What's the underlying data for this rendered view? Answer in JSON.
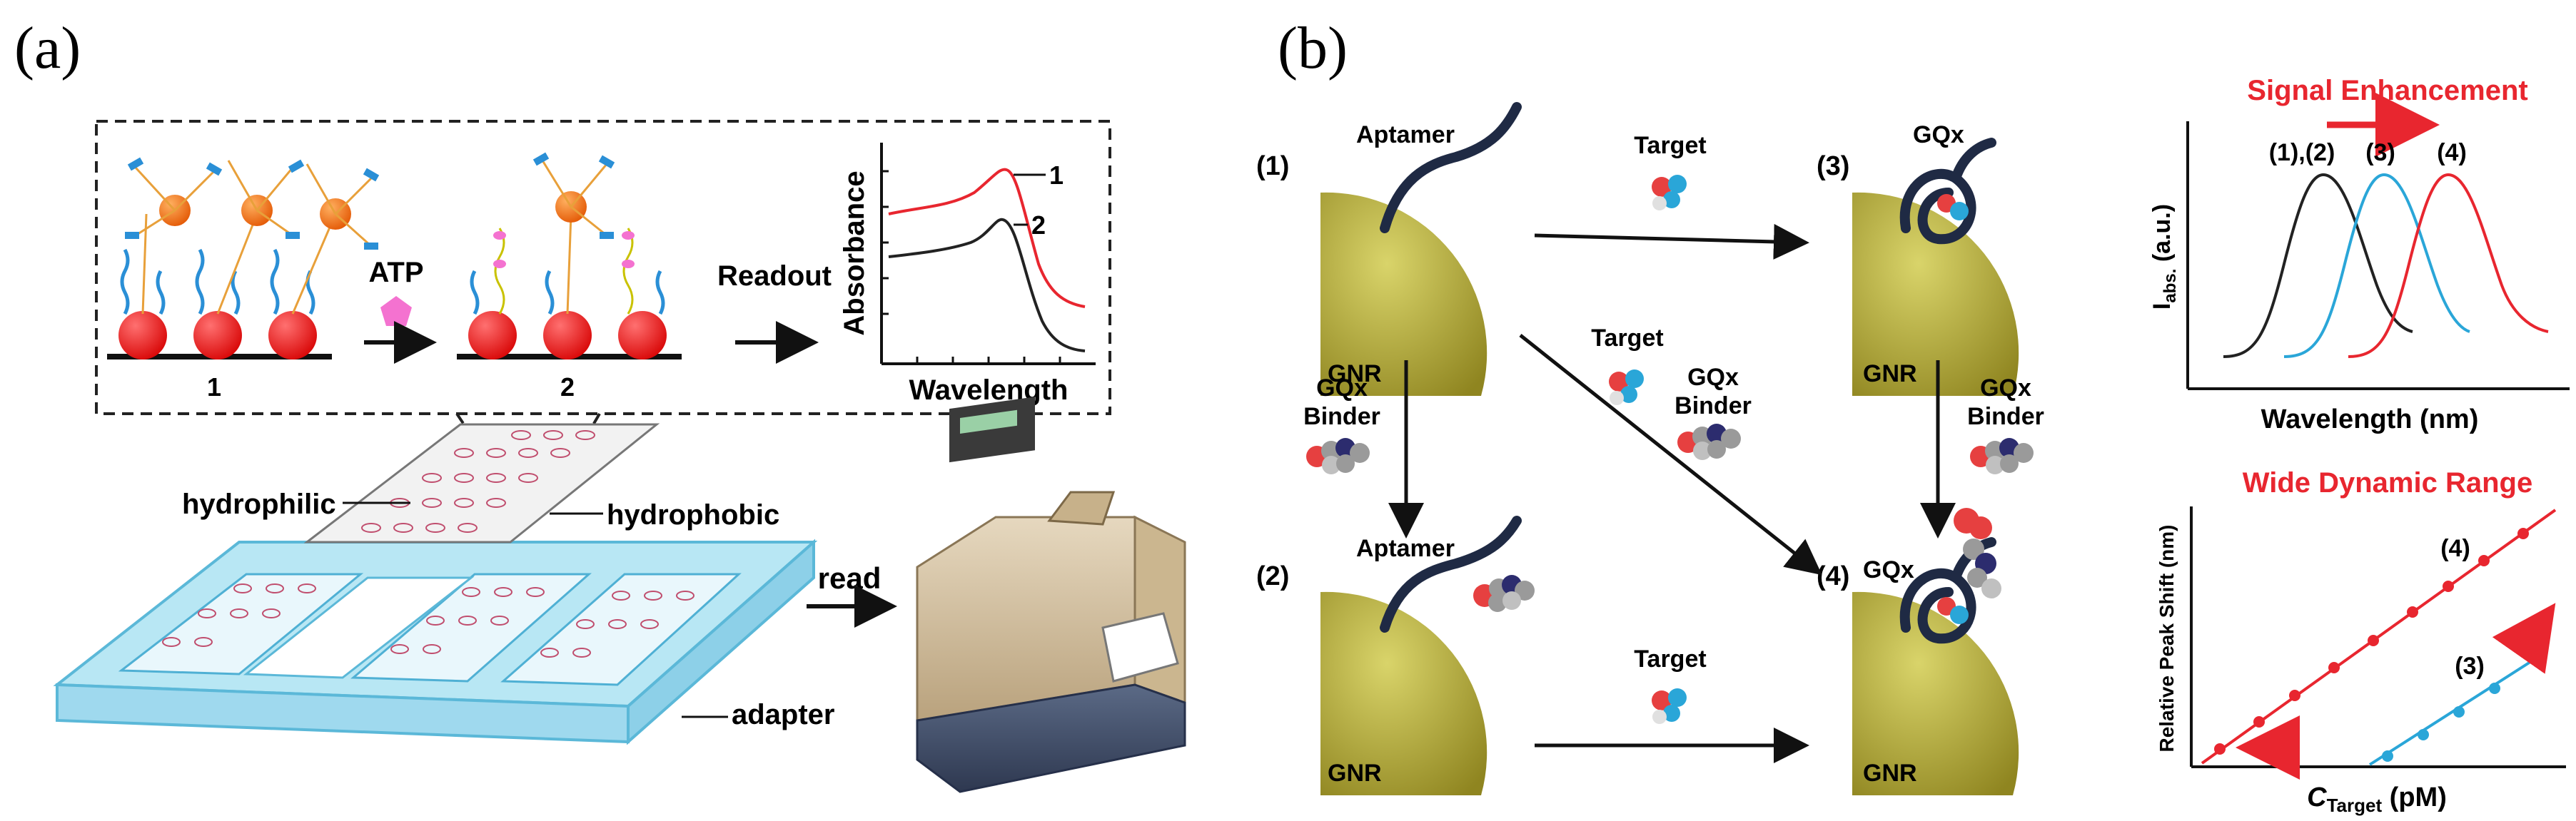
{
  "panel_a": {
    "label": "(a)",
    "atp_label": "ATP",
    "readout_label": "Readout",
    "state1_label": "1",
    "state2_label": "2",
    "spectrum": {
      "xlabel": "Wavelength",
      "ylabel": "Absorbance",
      "curve1_label": "1",
      "curve2_label": "2",
      "curve1_color": "#e8262f",
      "curve2_color": "#222222"
    },
    "hydrophilic_label": "hydrophilic",
    "hydrophobic_label": "hydrophobic",
    "read_label": "read",
    "adapter_label": "adapter"
  },
  "panel_b": {
    "label": "(b)",
    "step1": {
      "num": "(1)",
      "aptamer": "Aptamer",
      "gnr": "GNR"
    },
    "step2": {
      "num": "(2)",
      "aptamer": "Aptamer",
      "gnr": "GNR"
    },
    "step3": {
      "num": "(3)",
      "gqx": "GQx",
      "gnr": "GNR"
    },
    "step4": {
      "num": "(4)",
      "gqx": "GQx",
      "gnr": "GNR"
    },
    "arrow_top_target": "Target",
    "arrow_bottom_target": "Target",
    "diag_target": "Target",
    "diag_binder_line1": "GQx",
    "diag_binder_line2": "Binder",
    "left_binder_line1": "GQx",
    "left_binder_line2": "Binder",
    "right_binder_line1": "GQx",
    "right_binder_line2": "Binder",
    "signal": {
      "title": "Signal Enhancement",
      "ylabel_main": "I",
      "ylabel_sub": "abs.",
      "ylabel_unit": " (a.u.)",
      "xlabel": "Wavelength (nm)",
      "peak_label_12": "(1),(2)",
      "peak_label_3": "(3)",
      "peak_label_4": "(4)"
    },
    "dynamic": {
      "title": "Wide Dynamic Range",
      "ylabel": "Relative Peak Shift (nm)",
      "xlabel_main": "C",
      "xlabel_sub": "Target",
      "xlabel_unit": " (pM)",
      "line4_label": "(4)",
      "line3_label": "(3)"
    },
    "colors": {
      "title_red": "#e8262f",
      "blue": "#2aa6d8",
      "black": "#222222",
      "gold": "#b9ad2c",
      "strand": "#1f2a44"
    }
  }
}
